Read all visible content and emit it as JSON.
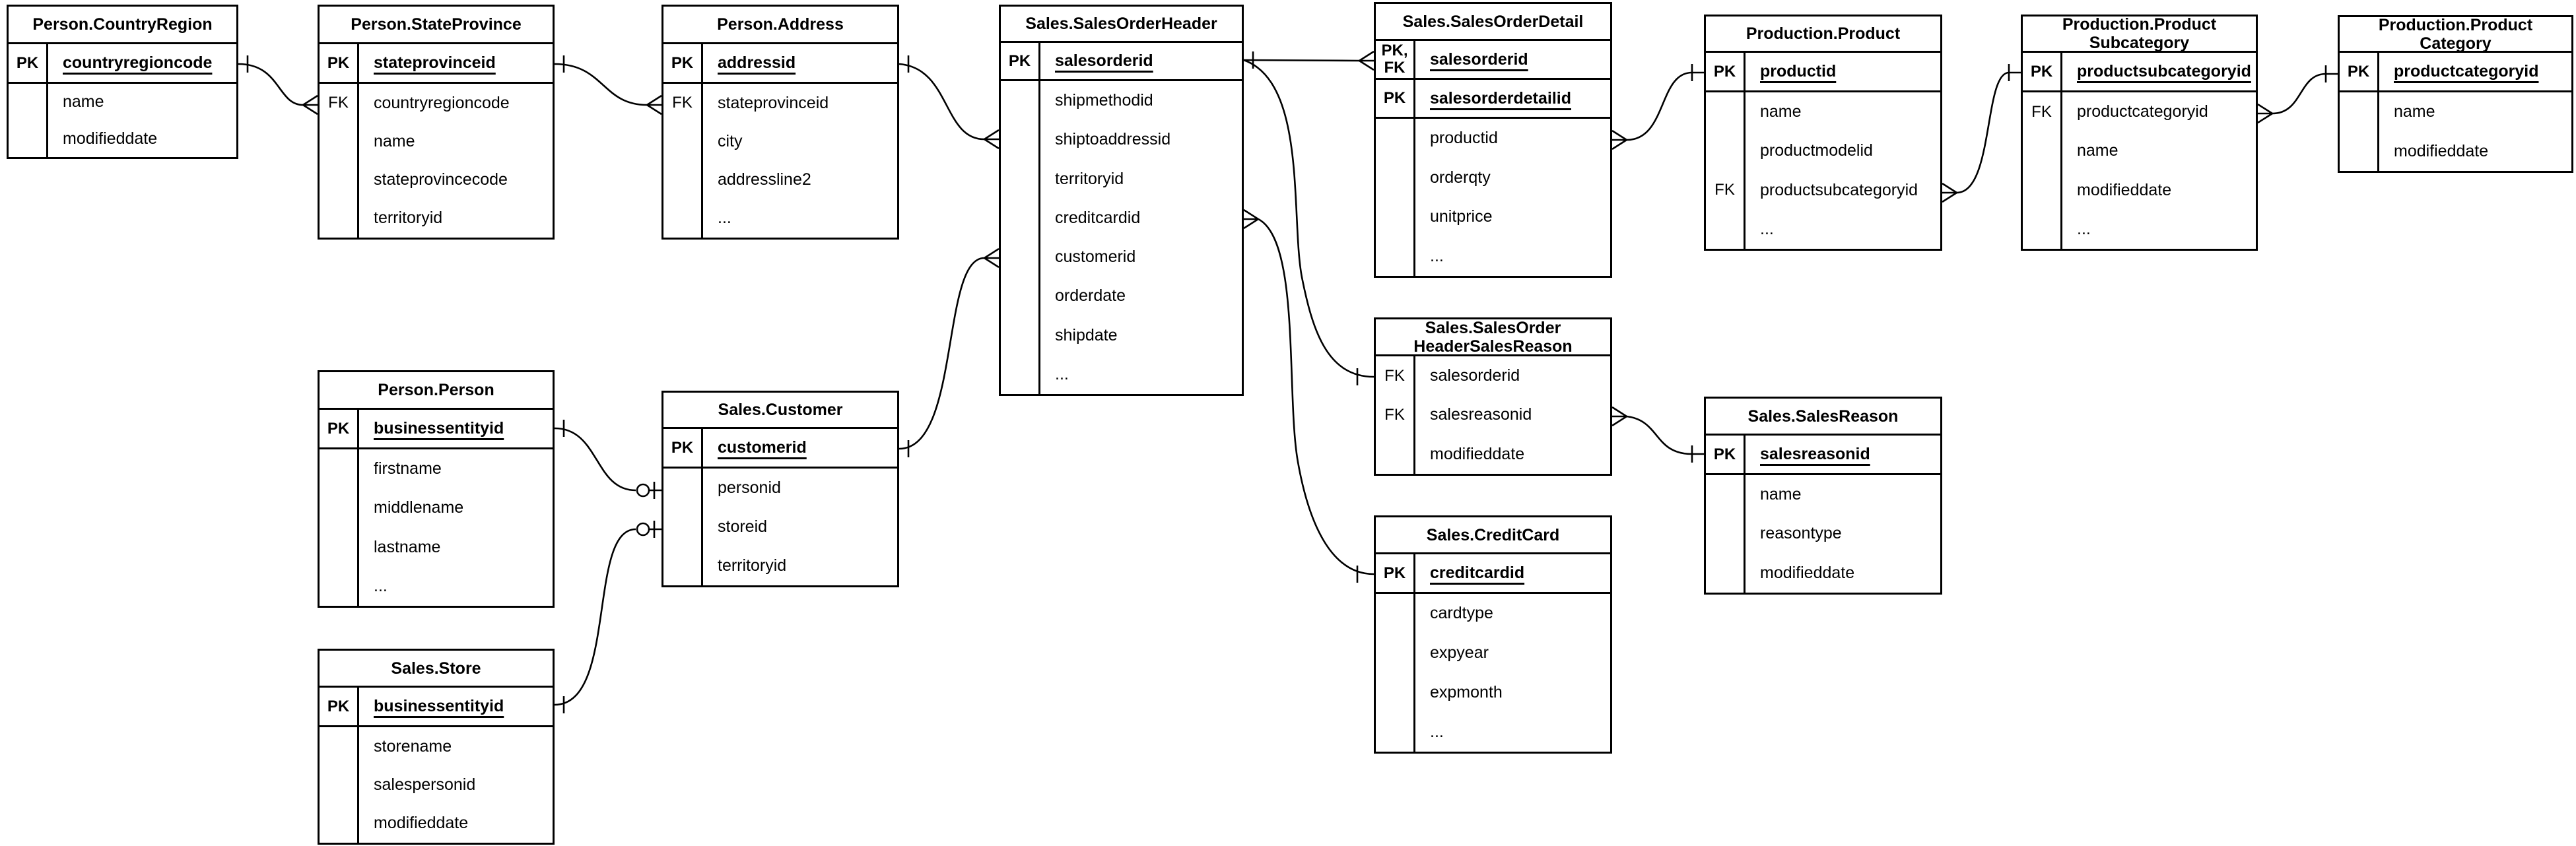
{
  "diagram": {
    "kind": "entity-relationship-diagram",
    "tables": [
      {
        "title": "Person.CountryRegion",
        "keys": [
          {
            "key": "PK",
            "field": "countryregioncode"
          }
        ],
        "fields": [
          {
            "key": "",
            "field": "name"
          },
          {
            "key": "",
            "field": "modifieddate"
          }
        ]
      },
      {
        "title": "Person.StateProvince",
        "keys": [
          {
            "key": "PK",
            "field": "stateprovinceid"
          }
        ],
        "fields": [
          {
            "key": "FK",
            "field": "countryregioncode"
          },
          {
            "key": "",
            "field": "name"
          },
          {
            "key": "",
            "field": "stateprovincecode"
          },
          {
            "key": "",
            "field": "territoryid"
          }
        ]
      },
      {
        "title": "Person.Address",
        "keys": [
          {
            "key": "PK",
            "field": "addressid"
          }
        ],
        "fields": [
          {
            "key": "FK",
            "field": "stateprovinceid"
          },
          {
            "key": "",
            "field": "city"
          },
          {
            "key": "",
            "field": "addressline2"
          },
          {
            "key": "",
            "field": "..."
          }
        ]
      },
      {
        "title": "Sales.SalesOrderHeader",
        "keys": [
          {
            "key": "PK",
            "field": "salesorderid"
          }
        ],
        "fields": [
          {
            "key": "",
            "field": "shipmethodid"
          },
          {
            "key": "",
            "field": "shiptoaddressid"
          },
          {
            "key": "",
            "field": "territoryid"
          },
          {
            "key": "",
            "field": "creditcardid"
          },
          {
            "key": "",
            "field": "customerid"
          },
          {
            "key": "",
            "field": "orderdate"
          },
          {
            "key": "",
            "field": "shipdate"
          },
          {
            "key": "",
            "field": "..."
          }
        ]
      },
      {
        "title": "Sales.SalesOrderDetail",
        "keys": [
          {
            "key": "PK,\nFK",
            "field": "salesorderid"
          },
          {
            "key": "PK",
            "field": "salesorderdetailid"
          }
        ],
        "fields": [
          {
            "key": "",
            "field": "productid"
          },
          {
            "key": "",
            "field": "orderqty"
          },
          {
            "key": "",
            "field": "unitprice"
          },
          {
            "key": "",
            "field": "..."
          }
        ]
      },
      {
        "title": "Production.Product",
        "keys": [
          {
            "key": "PK",
            "field": "productid"
          }
        ],
        "fields": [
          {
            "key": "",
            "field": "name"
          },
          {
            "key": "",
            "field": "productmodelid"
          },
          {
            "key": "FK",
            "field": "productsubcategoryid"
          },
          {
            "key": "",
            "field": "..."
          }
        ]
      },
      {
        "title": "Production.Product\nSubcategory",
        "keys": [
          {
            "key": "PK",
            "field": "productsubcategoryid"
          }
        ],
        "fields": [
          {
            "key": "FK",
            "field": "productcategoryid"
          },
          {
            "key": "",
            "field": "name"
          },
          {
            "key": "",
            "field": "modifieddate"
          },
          {
            "key": "",
            "field": "..."
          }
        ]
      },
      {
        "title": "Production.Product\nCategory",
        "keys": [
          {
            "key": "PK",
            "field": "productcategoryid"
          }
        ],
        "fields": [
          {
            "key": "",
            "field": "name"
          },
          {
            "key": "",
            "field": "modifieddate"
          }
        ]
      },
      {
        "title": "Person.Person",
        "keys": [
          {
            "key": "PK",
            "field": "businessentityid"
          }
        ],
        "fields": [
          {
            "key": "",
            "field": "firstname"
          },
          {
            "key": "",
            "field": "middlename"
          },
          {
            "key": "",
            "field": "lastname"
          },
          {
            "key": "",
            "field": "..."
          }
        ]
      },
      {
        "title": "Sales.Customer",
        "keys": [
          {
            "key": "PK",
            "field": "customerid"
          }
        ],
        "fields": [
          {
            "key": "",
            "field": "personid"
          },
          {
            "key": "",
            "field": "storeid"
          },
          {
            "key": "",
            "field": "territoryid"
          }
        ]
      },
      {
        "title": "Sales.SalesOrder\nHeaderSalesReason",
        "keys": [],
        "fields": [
          {
            "key": "FK",
            "field": "salesorderid"
          },
          {
            "key": "FK",
            "field": "salesreasonid"
          },
          {
            "key": "",
            "field": "modifieddate"
          }
        ]
      },
      {
        "title": "Sales.SalesReason",
        "keys": [
          {
            "key": "PK",
            "field": "salesreasonid"
          }
        ],
        "fields": [
          {
            "key": "",
            "field": "name"
          },
          {
            "key": "",
            "field": "reasontype"
          },
          {
            "key": "",
            "field": "modifieddate"
          }
        ]
      },
      {
        "title": "Sales.Store",
        "keys": [
          {
            "key": "PK",
            "field": "businessentityid"
          }
        ],
        "fields": [
          {
            "key": "",
            "field": "storename"
          },
          {
            "key": "",
            "field": "salespersonid"
          },
          {
            "key": "",
            "field": "modifieddate"
          }
        ]
      },
      {
        "title": "Sales.CreditCard",
        "keys": [
          {
            "key": "PK",
            "field": "creditcardid"
          }
        ],
        "fields": [
          {
            "key": "",
            "field": "cardtype"
          },
          {
            "key": "",
            "field": "expyear"
          },
          {
            "key": "",
            "field": "expmonth"
          },
          {
            "key": "",
            "field": "..."
          }
        ]
      }
    ],
    "relationships": [
      {
        "from": "Person.CountryRegion.countryregioncode",
        "to": "Person.StateProvince.countryregioncode",
        "from_card": "one",
        "to_card": "many"
      },
      {
        "from": "Person.StateProvince.stateprovinceid",
        "to": "Person.Address.stateprovinceid",
        "from_card": "one",
        "to_card": "many"
      },
      {
        "from": "Person.Address.addressid",
        "to": "Sales.SalesOrderHeader.shiptoaddressid",
        "from_card": "one",
        "to_card": "many"
      },
      {
        "from": "Sales.Customer.customerid",
        "to": "Sales.SalesOrderHeader.customerid",
        "from_card": "one",
        "to_card": "many"
      },
      {
        "from": "Sales.SalesOrderHeader.salesorderid",
        "to": "Sales.SalesOrderDetail.salesorderid",
        "from_card": "one",
        "to_card": "many"
      },
      {
        "from": "Sales.SalesOrderHeader.salesorderid",
        "to": "Sales.SalesOrderHeaderSalesReason.salesorderid",
        "from_card": "one",
        "to_card": "one"
      },
      {
        "from": "Sales.CreditCard.creditcardid",
        "to": "Sales.SalesOrderHeader.creditcardid",
        "from_card": "one",
        "to_card": "many"
      },
      {
        "from": "Production.Product.productid",
        "to": "Sales.SalesOrderDetail.productid",
        "from_card": "one",
        "to_card": "many"
      },
      {
        "from": "Production.ProductSubcategory.productsubcategoryid",
        "to": "Production.Product.productsubcategoryid",
        "from_card": "one",
        "to_card": "many"
      },
      {
        "from": "Production.ProductCategory.productcategoryid",
        "to": "Production.ProductSubcategory.productcategoryid",
        "from_card": "one",
        "to_card": "many"
      },
      {
        "from": "Sales.SalesReason.salesreasonid",
        "to": "Sales.SalesOrderHeaderSalesReason.salesreasonid",
        "from_card": "one",
        "to_card": "many"
      },
      {
        "from": "Person.Person.businessentityid",
        "to": "Sales.Customer.personid",
        "from_card": "one",
        "to_card": "zero-or-one"
      },
      {
        "from": "Sales.Store.businessentityid",
        "to": "Sales.Customer.storeid",
        "from_card": "one",
        "to_card": "zero-or-one"
      }
    ]
  }
}
